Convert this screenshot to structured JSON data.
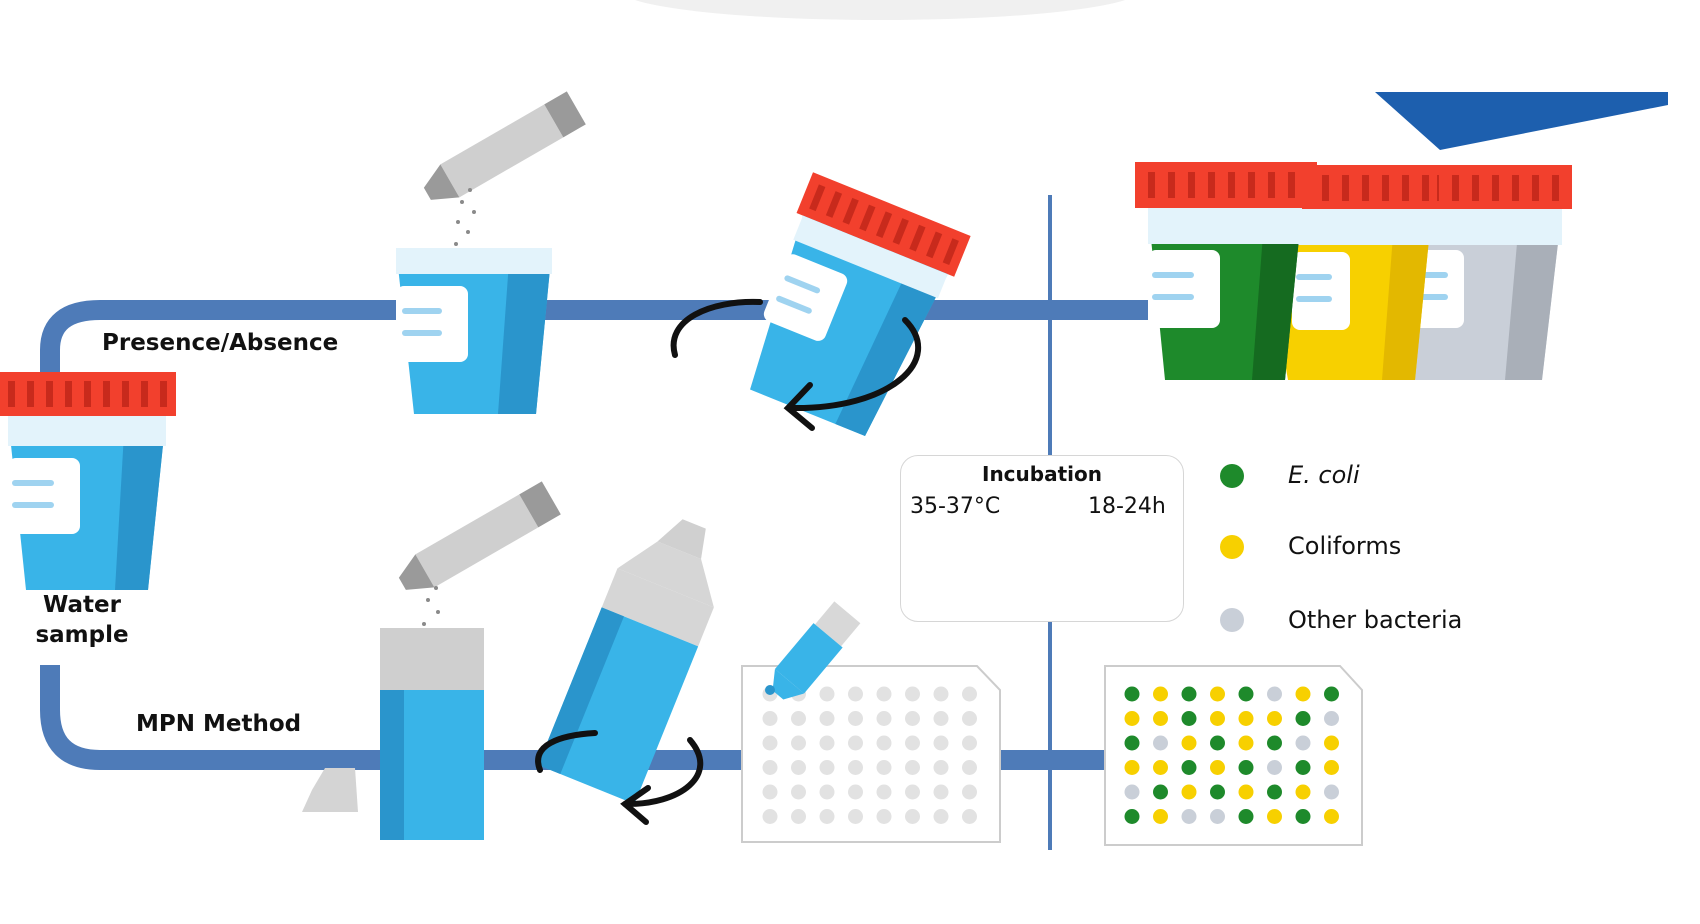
{
  "labels": {
    "presence_absence": "Presence/Absence",
    "water_sample_line1": "Water",
    "water_sample_line2": "sample",
    "mpn_method": "MPN Method"
  },
  "incubation": {
    "title": "Incubation",
    "temperature": "35-37°C",
    "time": "18-24h"
  },
  "legend": [
    {
      "label": "E. coli",
      "color": "#1e8a2b",
      "italic": true
    },
    {
      "label": "Coliforms",
      "color": "#f7d000",
      "italic": false
    },
    {
      "label": "Other bacteria",
      "color": "#c9cfd8",
      "italic": false
    }
  ],
  "colors": {
    "line": "#4e7bb8",
    "cap": "#f2402d",
    "cup_blue": "#39b4e8",
    "cup_shade": "#2a95cc",
    "ecoli": "#1e8a2b",
    "coliform": "#f7d000",
    "other": "#c9cfd8"
  },
  "result_grid": [
    [
      "g",
      "y",
      "g",
      "y",
      "g",
      "o",
      "y",
      "g"
    ],
    [
      "y",
      "y",
      "g",
      "y",
      "y",
      "y",
      "g",
      "o"
    ],
    [
      "g",
      "o",
      "y",
      "g",
      "y",
      "g",
      "o",
      "y"
    ],
    [
      "y",
      "y",
      "g",
      "y",
      "g",
      "o",
      "g",
      "y"
    ],
    [
      "o",
      "g",
      "y",
      "g",
      "y",
      "g",
      "y",
      "o"
    ],
    [
      "g",
      "y",
      "o",
      "o",
      "g",
      "y",
      "g",
      "y"
    ]
  ]
}
